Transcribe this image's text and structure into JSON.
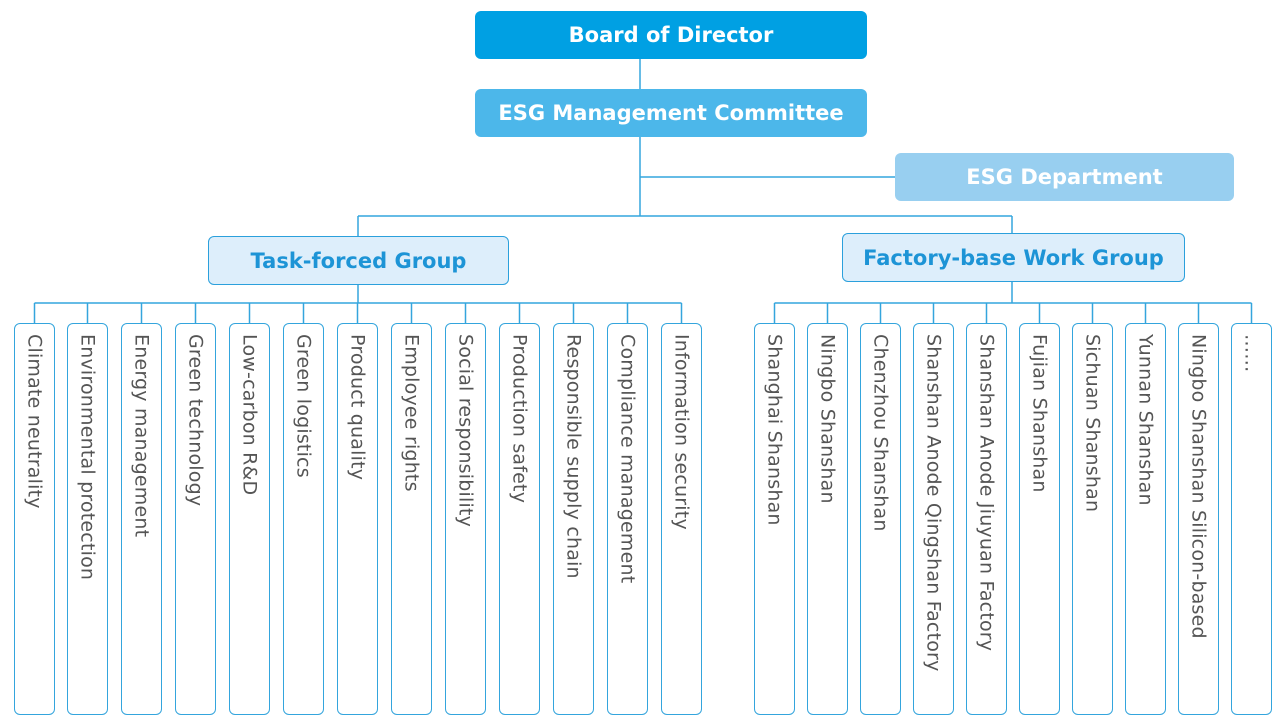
{
  "board": {
    "label": "Board of Director"
  },
  "committee": {
    "label": "ESG Management Committee"
  },
  "department": {
    "label": "ESG Department"
  },
  "task_group": {
    "label": "Task-forced Group",
    "items": [
      "Climate neutrality",
      "Environmental protection",
      "Energy management",
      "Green technology",
      "Low-carbon R&D",
      "Green logistics",
      "Product quality",
      "Employee rights",
      "Social responsibility",
      "Production safety",
      "Responsible supply chain",
      "Compliance management",
      "Information security"
    ]
  },
  "factory_group": {
    "label": "Factory-base Work Group",
    "items": [
      "Shanghai Shanshan",
      "Ningbo Shanshan",
      "Chenzhou Shanshan",
      "Shanshan Anode Qingshan Factory",
      "Shanshan Anode Jiuyuan Factory",
      "Fujian Shanshan",
      "Sichuan Shanshan",
      "Yunnan Shanshan",
      "Ningbo Shanshan Silicon-based",
      "……"
    ]
  },
  "colors": {
    "board": "#00a0e3",
    "committee": "#4cb7ea",
    "department": "#98cff0",
    "group_fill": "#ddeefb",
    "line": "#34a5dd",
    "leaf_text": "#555555"
  }
}
